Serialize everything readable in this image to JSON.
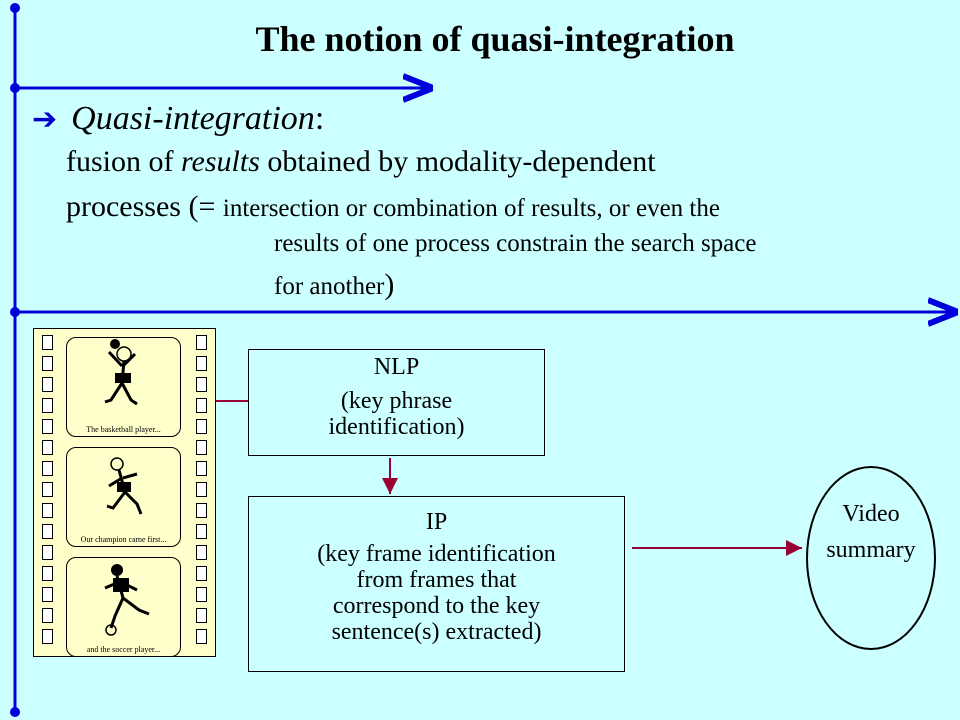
{
  "title": "The notion of quasi-integration",
  "bullet": {
    "icon": "right-arrow-icon",
    "term": "Quasi-integration",
    "colon": ":"
  },
  "definition": {
    "line1_part1": "fusion of ",
    "line1_italic": "results",
    "line1_part2": " obtained by modality-dependent",
    "line2_part1": "processes (= ",
    "line2_small": "intersection or combination of results, or even the",
    "line3": "results of one process constrain the search space",
    "line4_small": "for another",
    "line4_close": ")"
  },
  "filmstrip": {
    "frames": [
      {
        "caption": "The basketball player...",
        "icon": "basketball-player-icon"
      },
      {
        "caption": "Our champion came first...",
        "icon": "runner-icon"
      },
      {
        "caption": "and the soccer player...",
        "icon": "soccer-player-icon"
      }
    ]
  },
  "nlp_box": {
    "title": "NLP",
    "line1": "(key phrase",
    "line2": "identification)"
  },
  "ip_box": {
    "title": "IP",
    "line1": "(key frame identification",
    "line2": "from frames that",
    "line3": "correspond to the key",
    "line4": "sentence(s)  extracted)"
  },
  "output": {
    "line1": "Video",
    "line2": "summary"
  },
  "colors": {
    "background": "#ccffff",
    "rule": "#0000dd",
    "connector": "#990033",
    "arrow": "#0000cc"
  }
}
